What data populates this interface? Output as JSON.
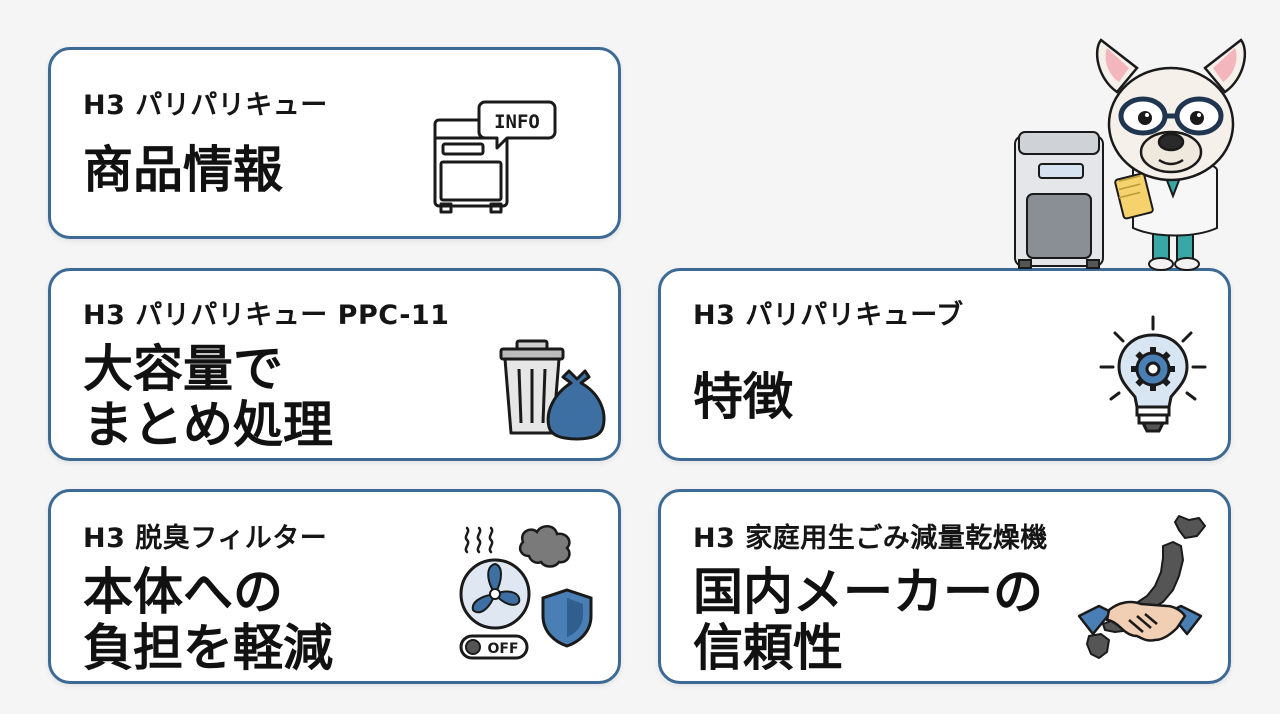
{
  "cards": [
    {
      "subtitle": "H3 パリパリキュー",
      "lines": [
        "商品情報"
      ],
      "icon": "info-device-icon",
      "icon_text": "INFO"
    },
    {
      "subtitle": "H3 パリパリキュー PPC-11",
      "lines": [
        "大容量で",
        "まとめ処理"
      ],
      "icon": "trash-can-bag-icon"
    },
    {
      "subtitle": "H3 パリパリキューブ",
      "lines": [
        "特徴"
      ],
      "icon": "lightbulb-gear-icon"
    },
    {
      "subtitle": "H3 脱臭フィルター",
      "lines": [
        "本体への",
        "負担を軽減"
      ],
      "icon": "fan-smoke-shield-icon",
      "icon_text": "OFF"
    },
    {
      "subtitle": "H3 家庭用生ごみ減量乾燥機",
      "lines": [
        "国内メーカーの",
        "信頼性"
      ],
      "icon": "japan-map-handshake-icon"
    }
  ],
  "mascot": {
    "icon": "dog-scientist-mascot-icon"
  },
  "colors": {
    "card_border": "#3d6a94",
    "accent_blue": "#4a7fb5",
    "text": "#111111",
    "background": "#f5f5f5"
  }
}
